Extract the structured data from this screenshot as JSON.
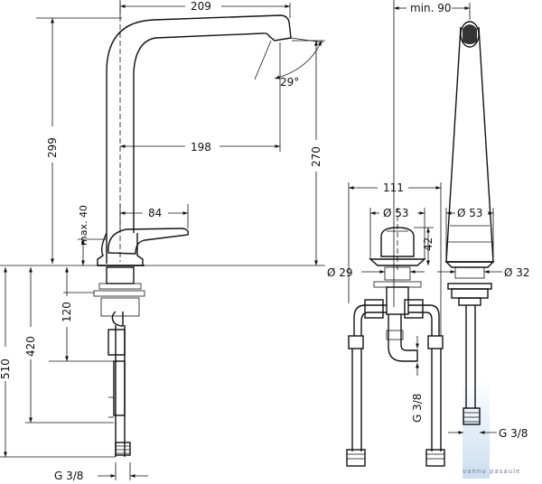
{
  "diagram": {
    "side_view": {
      "width_top": "209",
      "spout_reach": "198",
      "total_height": "299",
      "spout_height": "270",
      "angle": "29°",
      "handle_length": "84",
      "handle_clearance": "max. 40",
      "below_120": "120",
      "below_420": "420",
      "below_510": "510",
      "connector": "G 3/8"
    },
    "front_view": {
      "width_111": "111",
      "diam_53": "Ø 53",
      "height_42": "42",
      "diam_29": "Ø 29",
      "connector": "G 3/8"
    },
    "end_view": {
      "min_90": "min. 90",
      "diam_53": "Ø 53",
      "diam_32": "Ø 32",
      "connector": "G 3/8"
    },
    "watermark": "vannu pasaule"
  }
}
